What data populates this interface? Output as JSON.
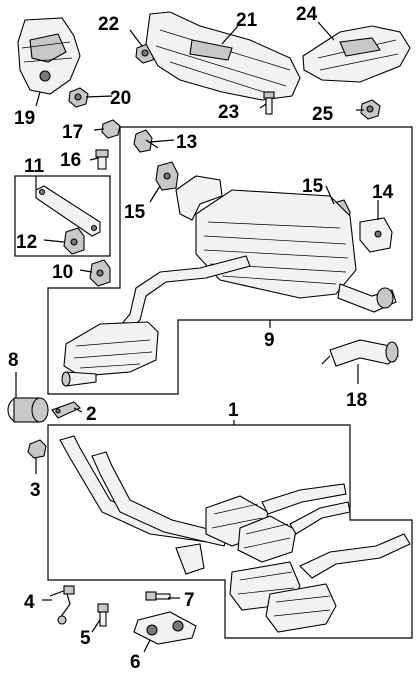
{
  "callouts": {
    "c1": "1",
    "c2": "2",
    "c3": "3",
    "c4": "4",
    "c5": "5",
    "c6": "6",
    "c7": "7",
    "c8": "8",
    "c9": "9",
    "c10": "10",
    "c11": "11",
    "c12": "12",
    "c13": "13",
    "c14": "14",
    "c15a": "15",
    "c15b": "15",
    "c16": "16",
    "c17": "17",
    "c18": "18",
    "c19": "19",
    "c20": "20",
    "c21": "21",
    "c22": "22",
    "c23": "23",
    "c24": "24",
    "c25": "25"
  }
}
